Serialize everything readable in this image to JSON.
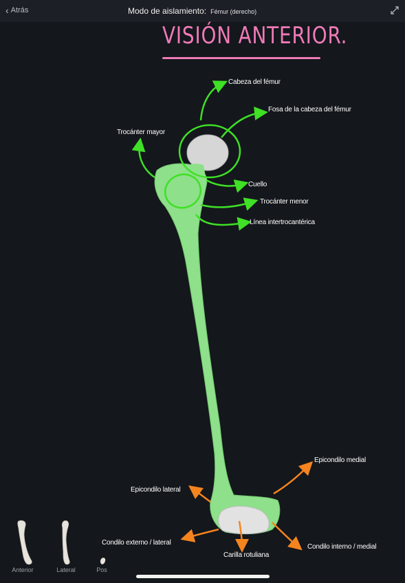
{
  "header": {
    "back_label": "Atrás",
    "mode_label": "Modo de aislamiento:",
    "mode_value": "Fémur (derecho)"
  },
  "annotation_title": "VISIÓN ANTERIOR.",
  "labels": {
    "cabeza": "Cabeza del fémur",
    "fosa": "Fosa de la cabeza del fémur",
    "trocanter_mayor": "Trocánter mayor",
    "cuello": "Cuello",
    "trocanter_menor": "Trocánter menor",
    "linea": "Línea intertrocantérica",
    "epi_medial": "Epicondilo medial",
    "epi_lateral": "Epicondilo lateral",
    "condilo_externo": "Condilo externo / lateral",
    "condilo_interno": "Condilo interno / medial",
    "carilla": "Carilla rotuliana"
  },
  "views": [
    {
      "label": "Anterior"
    },
    {
      "label": "Lateral"
    },
    {
      "label": "Pos"
    }
  ],
  "colors": {
    "bone": "#8ee08a",
    "head": "#d8d8d8",
    "green_arrow": "#3fe026",
    "orange_arrow": "#f5841e",
    "title_pink": "#f07ab8"
  }
}
